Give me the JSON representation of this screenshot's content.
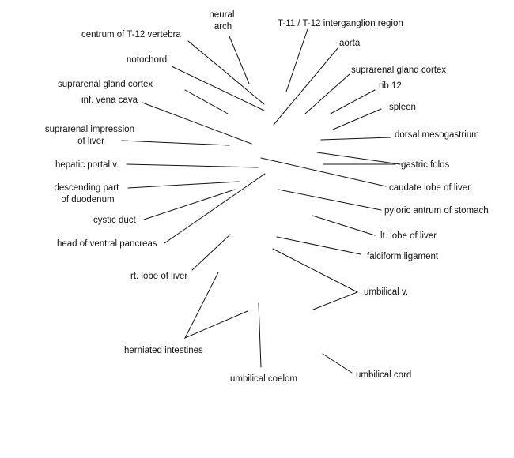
{
  "colors": {
    "ink": "#111111",
    "background": "#ffffff"
  },
  "labels": {
    "neural_arch": [
      "neural",
      "arch"
    ],
    "centrum": "centrum of T-12 vertebra",
    "intergang": "T-11 / T-12 interganglion region",
    "aorta": "aorta",
    "notochord": "notochord",
    "supra_cortex_right": "suprarenal gland cortex",
    "supra_cortex_left": "suprarenal gland cortex",
    "rib12": "rib 12",
    "ivc": "inf. vena cava",
    "spleen": "spleen",
    "supra_impression": [
      "suprarenal impression",
      "of liver"
    ],
    "dorsal_meso": "dorsal mesogastrium",
    "hepatic_portal": "hepatic portal v.",
    "gastric_folds": "gastric folds",
    "caudate": "caudate lobe of liver",
    "duodenum": [
      "descending part",
      "of duodenum"
    ],
    "pyloric": "pyloric antrum of stomach",
    "cystic": "cystic duct",
    "lt_lobe": "lt. lobe of liver",
    "ventral_pancreas": "head of ventral pancreas",
    "falciform": "falciform ligament",
    "rt_lobe": "rt. lobe of liver",
    "umbilical_v": "umbilical v.",
    "herniated": "herniated intestines",
    "umbilical_cord": "umbilical cord",
    "umbilical_coelom": "umbilical coelom"
  }
}
